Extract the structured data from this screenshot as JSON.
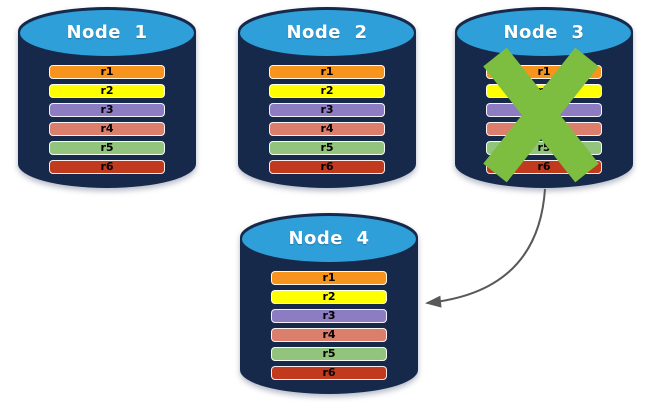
{
  "diagram": {
    "description": "Database replication failover diagram: four nodes each holding replicas r1-r6; Node 3 is crossed out and its data fails over to Node 4",
    "colors": {
      "cylinder_body": "#16294A",
      "cylinder_top": "#2E9FD9",
      "failure_x": "#7DBD40",
      "arrow": "#595959",
      "title_text": "#FFFFFF",
      "bar_text": "#000000"
    }
  },
  "nodes": [
    {
      "title": "Node  1",
      "crossed_out": false,
      "rows": [
        {
          "label": "r1",
          "color": "#F7941E"
        },
        {
          "label": "r2",
          "color": "#FFFF00"
        },
        {
          "label": "r3",
          "color": "#8E7CC3"
        },
        {
          "label": "r4",
          "color": "#DB7F6C"
        },
        {
          "label": "r5",
          "color": "#93C47D"
        },
        {
          "label": "r6",
          "color": "#C23A1E"
        }
      ]
    },
    {
      "title": "Node  2",
      "crossed_out": false,
      "rows": [
        {
          "label": "r1",
          "color": "#F7941E"
        },
        {
          "label": "r2",
          "color": "#FFFF00"
        },
        {
          "label": "r3",
          "color": "#8E7CC3"
        },
        {
          "label": "r4",
          "color": "#DB7F6C"
        },
        {
          "label": "r5",
          "color": "#93C47D"
        },
        {
          "label": "r6",
          "color": "#C23A1E"
        }
      ]
    },
    {
      "title": "Node  3",
      "crossed_out": true,
      "rows": [
        {
          "label": "r1",
          "color": "#F7941E"
        },
        {
          "label": "r2",
          "color": "#FFFF00"
        },
        {
          "label": "r3",
          "color": "#8E7CC3"
        },
        {
          "label": "r4",
          "color": "#DB7F6C"
        },
        {
          "label": "r5",
          "color": "#93C47D"
        },
        {
          "label": "r6",
          "color": "#C23A1E"
        }
      ]
    },
    {
      "title": "Node  4",
      "crossed_out": false,
      "rows": [
        {
          "label": "r1",
          "color": "#F7941E"
        },
        {
          "label": "r2",
          "color": "#FFFF00"
        },
        {
          "label": "r3",
          "color": "#8E7CC3"
        },
        {
          "label": "r4",
          "color": "#DB7F6C"
        },
        {
          "label": "r5",
          "color": "#93C47D"
        },
        {
          "label": "r6",
          "color": "#C23A1E"
        }
      ]
    }
  ],
  "arrow": {
    "from": "Node 3",
    "to": "Node 4"
  }
}
